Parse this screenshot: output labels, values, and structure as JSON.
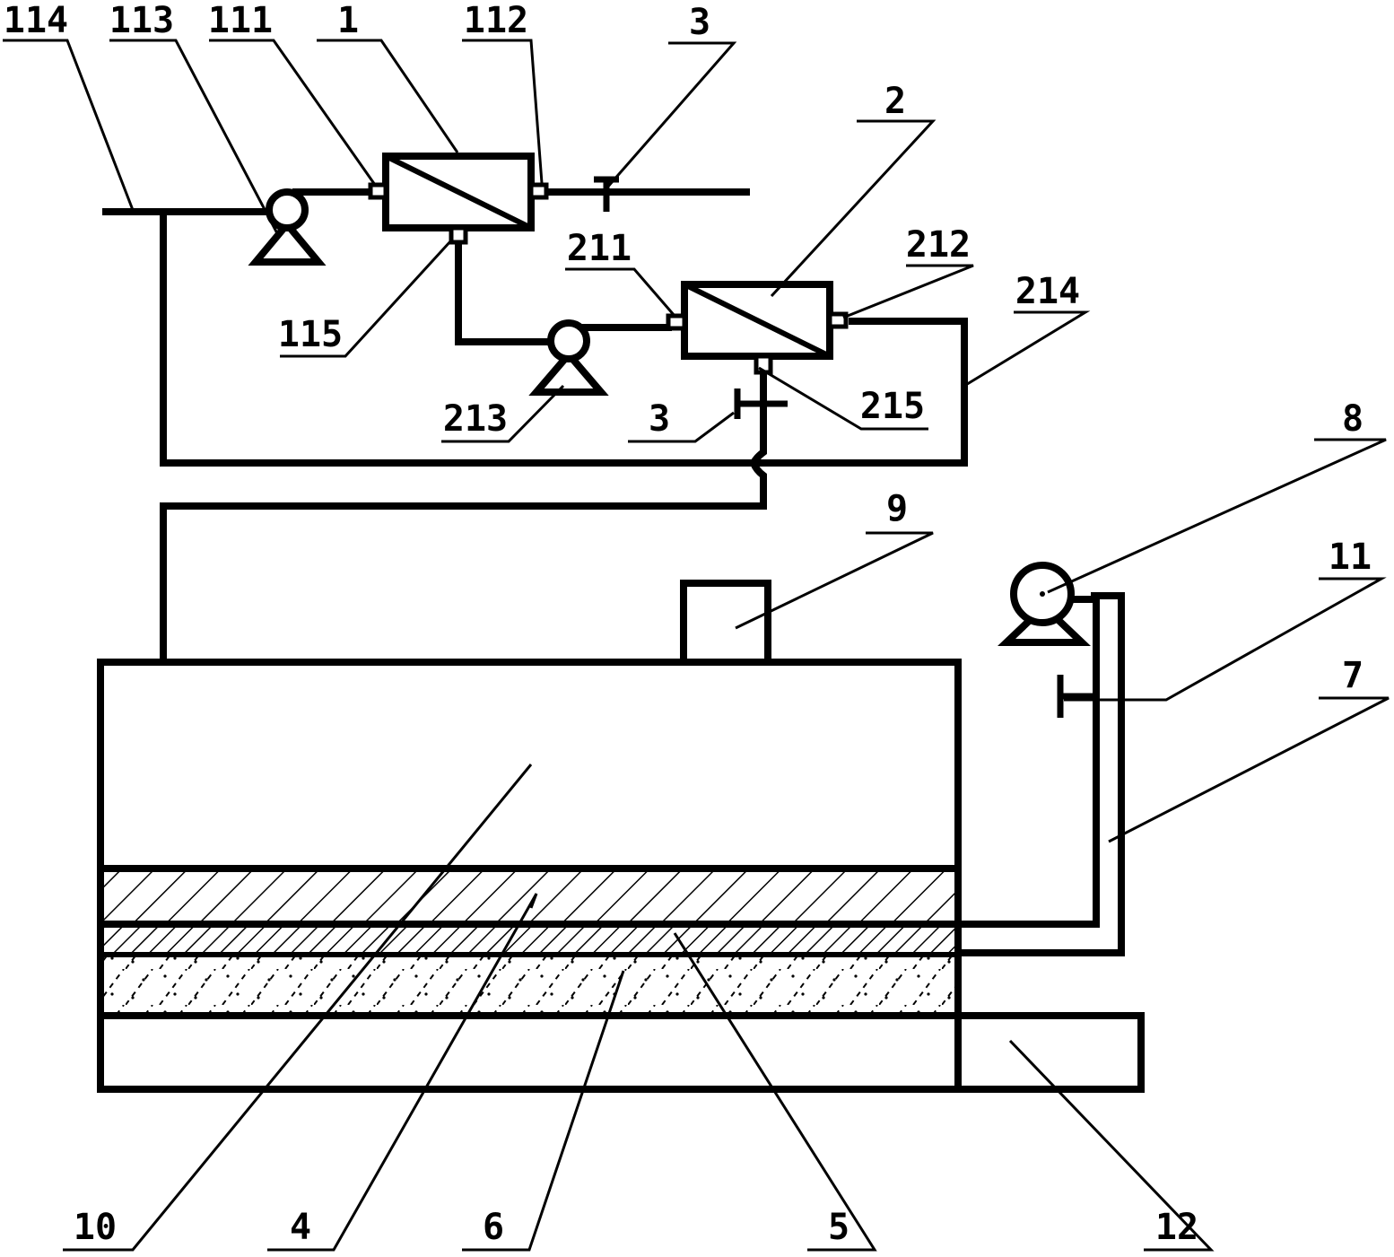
{
  "labels": {
    "l114": "114",
    "l113": "113",
    "l111": "111",
    "l1": "1",
    "l112": "112",
    "l3_top": "3",
    "l2": "2",
    "l211": "211",
    "l212": "212",
    "l214": "214",
    "l115": "115",
    "l213": "213",
    "l3_mid": "3",
    "l215": "215",
    "l8": "8",
    "l9": "9",
    "l11": "11",
    "l7": "7",
    "l10": "10",
    "l4": "4",
    "l6": "6",
    "l5": "5",
    "l12": "12"
  },
  "colors": {
    "line": "#000000",
    "background": "#ffffff"
  }
}
